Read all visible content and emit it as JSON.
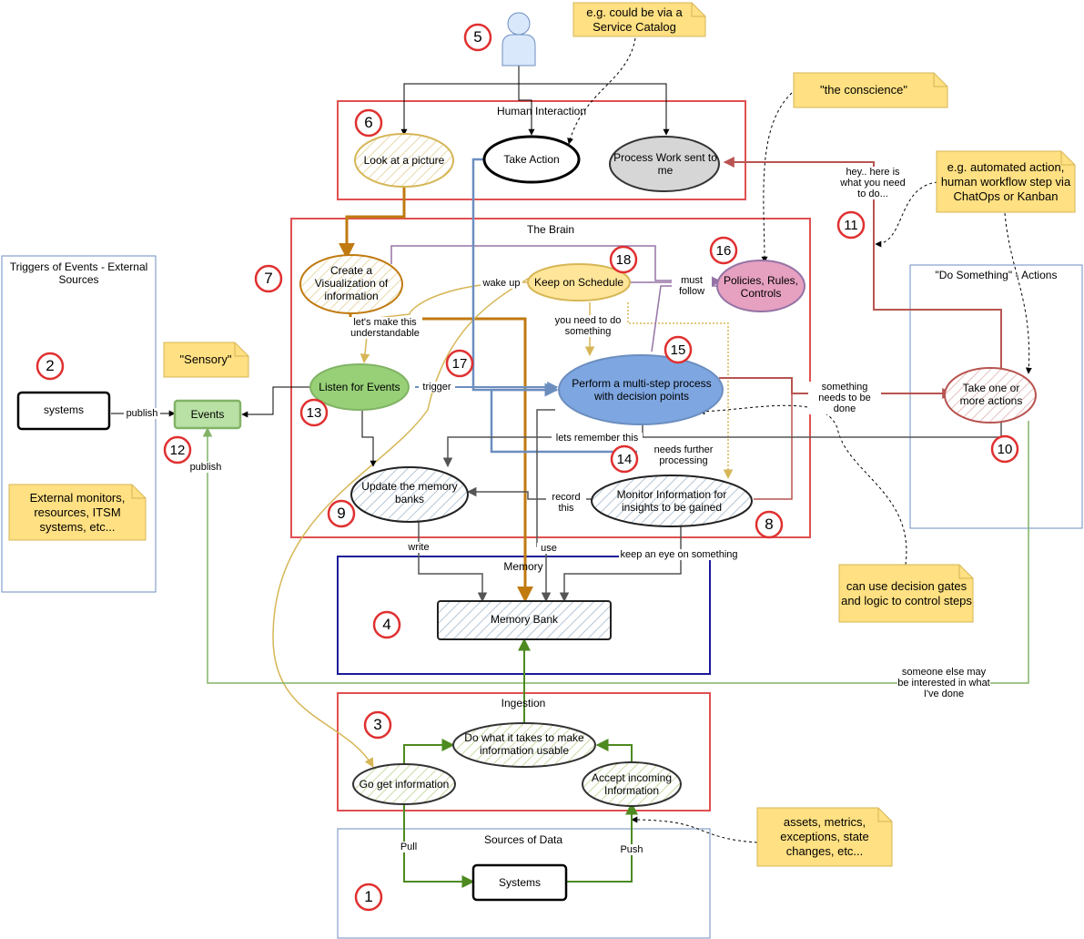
{
  "groups": {
    "human_interaction": "Human Interaction",
    "brain": "The Brain",
    "triggers": "Triggers of Events - External Sources",
    "actions": "\"Do Something\" - Actions",
    "memory": "Memory",
    "ingestion": "Ingestion",
    "sources": "Sources of Data"
  },
  "nodes": {
    "look_picture": "Look at a picture",
    "take_action": "Take Action",
    "process_work": "Process Work sent to me",
    "create_viz": "Create a Visualization of information",
    "keep_schedule": "Keep on Schedule",
    "policies": "Policies, Rules, Controls",
    "listen_events": "Listen for Events",
    "perform_process": "Perform a multi-step process with decision points",
    "update_memory": "Update the memory banks",
    "monitor_info": "Monitor Information for insights to be gained",
    "take_actions": "Take one or more actions",
    "systems_trigger": "systems",
    "events": "Events",
    "memory_bank": "Memory Bank",
    "do_usable": "Do what it takes to make information usable",
    "go_get": "Go get information",
    "accept_incoming": "Accept incoming Information",
    "systems_source": "Systems"
  },
  "notes": {
    "service_catalog": "e.g. could be via a Service Catalog",
    "conscience": "\"the conscience\"",
    "automated": "e.g. automated action, human workflow step via ChatOps or Kanban",
    "sensory": "\"Sensory\"",
    "external_monitors": "External monitors, resources, ITSM systems, etc...",
    "decision_gates": "can use decision gates and logic to control steps",
    "assets": "assets, metrics, exceptions, state changes, etc..."
  },
  "edge_labels": {
    "hey": "hey.. here is what you need to do...",
    "wake_up": "wake up",
    "must_follow": "must follow",
    "understandable": "let's make this understandable",
    "you_need": "you need to do something",
    "trigger": "trigger",
    "something_needs": "something needs to be done",
    "lets_remember": "lets remember this",
    "needs_further": "needs further processing",
    "record_this": "record this",
    "publish_1": "publish",
    "publish_2": "publish",
    "write": "write",
    "use": "use",
    "keep_eye": "keep an eye on something",
    "someone_else": "someone else may be interested in what I've done",
    "pull": "Pull",
    "push": "Push"
  },
  "numbers": [
    "1",
    "2",
    "3",
    "4",
    "5",
    "6",
    "7",
    "8",
    "9",
    "10",
    "11",
    "12",
    "13",
    "14",
    "15",
    "16",
    "17",
    "18"
  ],
  "colors": {
    "red_border": "#e05050",
    "blue_border": "#6c8ebf",
    "navy_border": "#1a1a99",
    "orange": "#c07a10",
    "gold": "#d6b656",
    "green": "#4d8a1f",
    "light_green": "#82b366",
    "purple": "#9673a6",
    "pink": "#e6a1c0",
    "blue_node": "#7ea6e0",
    "note_fill": "#ffe082",
    "dark_red": "#b85450"
  }
}
